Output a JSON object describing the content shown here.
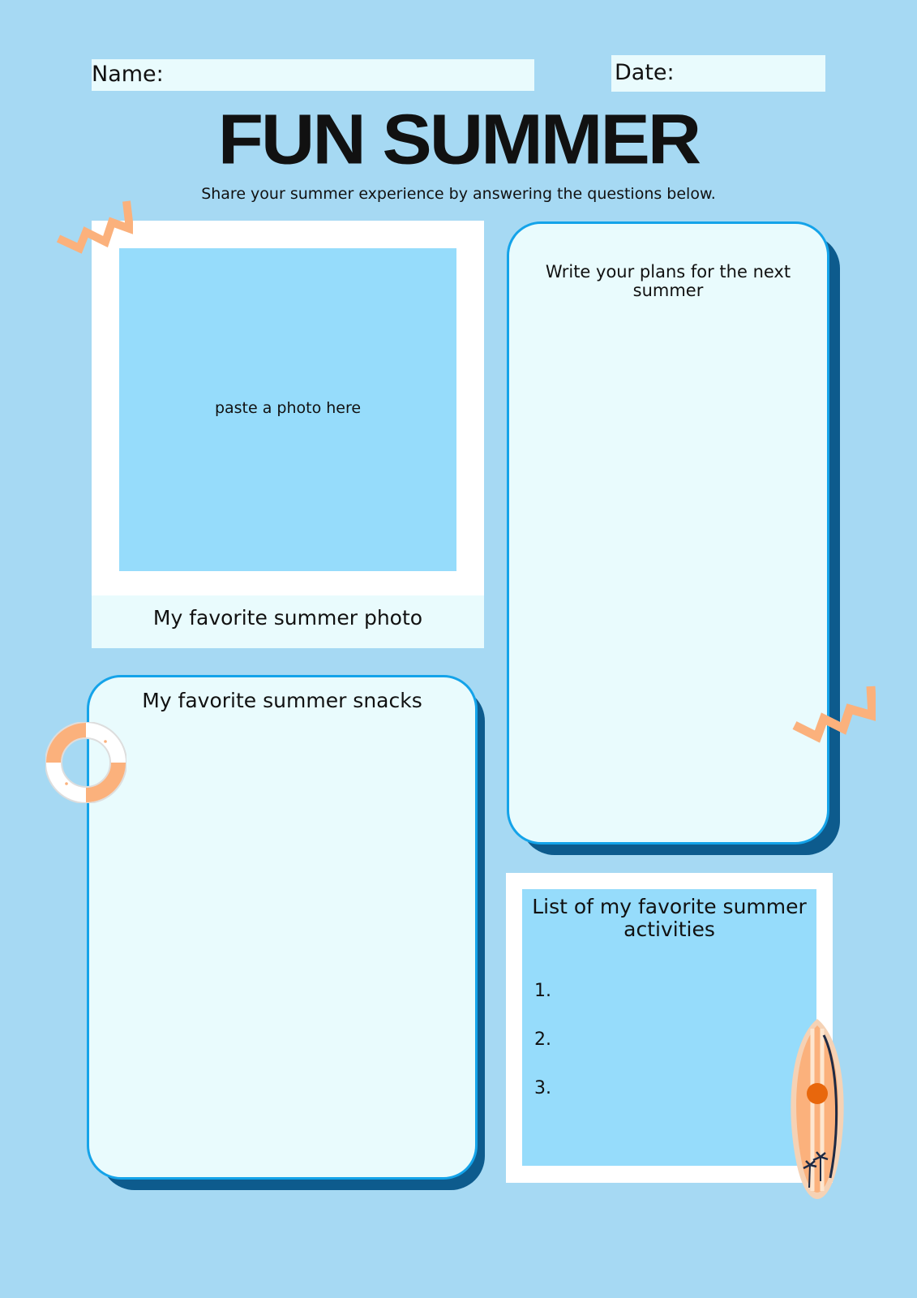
{
  "header": {
    "name_label": "Name:",
    "date_label": "Date:"
  },
  "title": "FUN SUMMER",
  "subtitle": "Share your summer experience by answering the questions below.",
  "photo": {
    "placeholder": "paste a photo here",
    "caption": "My favorite summer photo"
  },
  "plans": {
    "heading": "Write your plans for the next summer"
  },
  "snacks": {
    "heading": "My favorite summer snacks"
  },
  "activities": {
    "heading": "List of my favorite summer activities",
    "items": [
      "1.",
      "2.",
      "3."
    ]
  },
  "decorations": [
    "zigzag-icon",
    "lifebuoy-icon",
    "surfboard-icon"
  ],
  "colors": {
    "background": "#a6d9f3",
    "accent_blue": "#14a3e9",
    "orange": "#fbb17c"
  }
}
